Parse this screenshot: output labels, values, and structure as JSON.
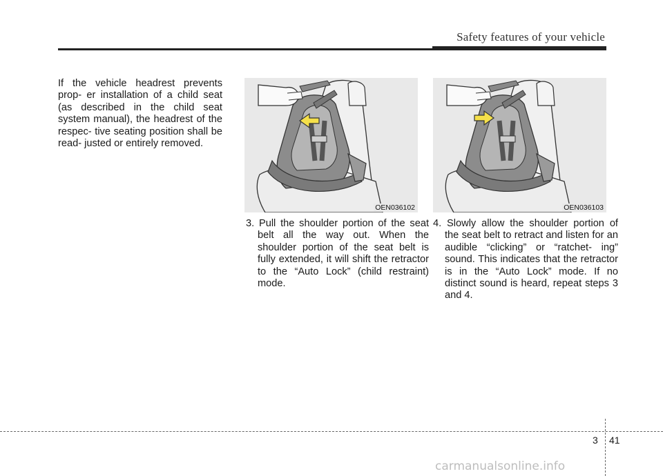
{
  "header": {
    "section_title": "Safety features of your vehicle"
  },
  "intro_paragraph": "If the vehicle headrest prevents prop- er installation of a child seat (as described in the child seat system manual), the headrest of the respec- tive seating position shall be read- justed or entirely removed.",
  "figures": [
    {
      "code": "OEN036102",
      "arrow_color": "#f5e04a",
      "arrow_direction": "left"
    },
    {
      "code": "OEN036103",
      "arrow_color": "#f5e04a",
      "arrow_direction": "right"
    }
  ],
  "steps": [
    {
      "text": "3. Pull the shoulder portion of the seat belt all the way out. When the shoulder portion of the seat belt is fully extended, it will shift the retractor to the “Auto Lock” (child restraint) mode."
    },
    {
      "text": "4. Slowly allow the shoulder portion of the seat belt to retract and listen for an audible “clicking” or “ratchet- ing” sound. This indicates that the retractor is in the “Auto Lock” mode. If no distinct sound is heard, repeat steps 3 and 4."
    }
  ],
  "footer": {
    "chapter": "3",
    "page": "41"
  },
  "watermark": "carmanualsonline.info"
}
